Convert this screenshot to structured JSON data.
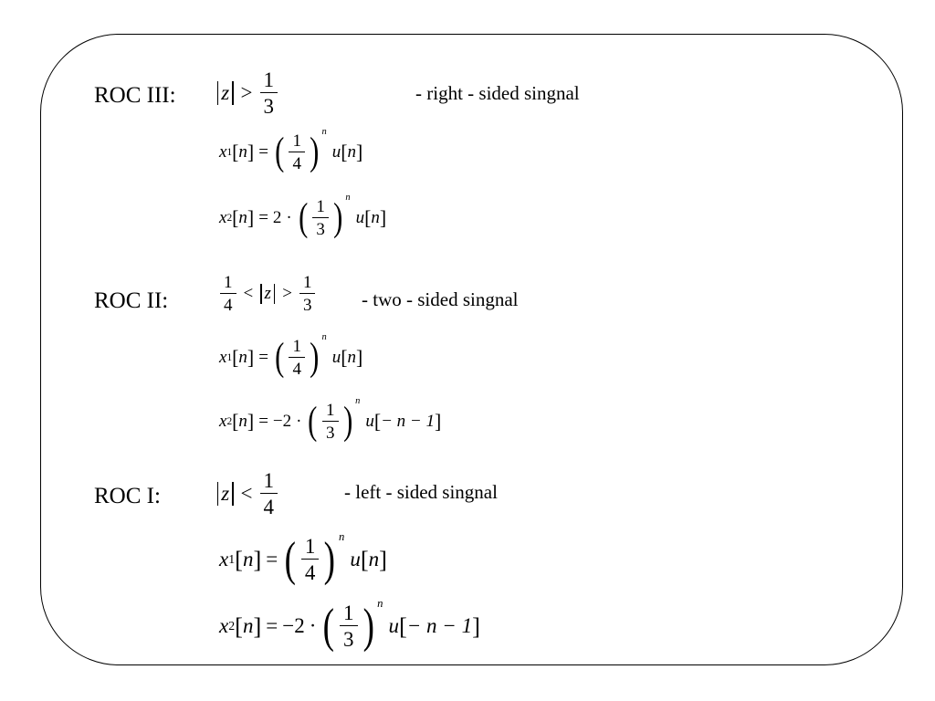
{
  "sections": [
    {
      "label": "ROC III:",
      "cond": {
        "lhs": "|z|",
        "op": ">",
        "num": "1",
        "den": "3"
      },
      "note": "- right - sided singnal",
      "x1": {
        "var": "x",
        "sub": "1",
        "arg": "n",
        "coef": "",
        "num": "1",
        "den": "4",
        "exp": "n",
        "step": "u",
        "steparg": "n"
      },
      "x2": {
        "var": "x",
        "sub": "2",
        "arg": "n",
        "coef": "2",
        "num": "1",
        "den": "3",
        "exp": "n",
        "step": "u",
        "steparg": "n"
      }
    },
    {
      "label": "ROC II:",
      "cond": {
        "lnum": "1",
        "lden": "4",
        "op1": "<",
        "lhs": "|z|",
        "op2": ">",
        "num": "1",
        "den": "3"
      },
      "note": "- two - sided singnal",
      "x1": {
        "var": "x",
        "sub": "1",
        "arg": "n",
        "coef": "",
        "num": "1",
        "den": "4",
        "exp": "n",
        "step": "u",
        "steparg": "n"
      },
      "x2": {
        "var": "x",
        "sub": "2",
        "arg": "n",
        "coef": "−2",
        "num": "1",
        "den": "3",
        "exp": "n",
        "step": "u",
        "steparg": "− n − 1"
      }
    },
    {
      "label": "ROC I:",
      "cond": {
        "lhs": "|z|",
        "op": "<",
        "num": "1",
        "den": "4"
      },
      "note": "- left - sided singnal",
      "x1": {
        "var": "x",
        "sub": "1",
        "arg": "n",
        "coef": "",
        "num": "1",
        "den": "4",
        "exp": "n",
        "step": "u",
        "steparg": "n"
      },
      "x2": {
        "var": "x",
        "sub": "2",
        "arg": "n",
        "coef": "−2",
        "num": "1",
        "den": "3",
        "exp": "n",
        "step": "u",
        "steparg": "− n − 1"
      }
    }
  ],
  "symbols": {
    "eq": "=",
    "dot": "·",
    "lbr": "[",
    "rbr": "]",
    "lpar": "(",
    "rpar": ")"
  }
}
